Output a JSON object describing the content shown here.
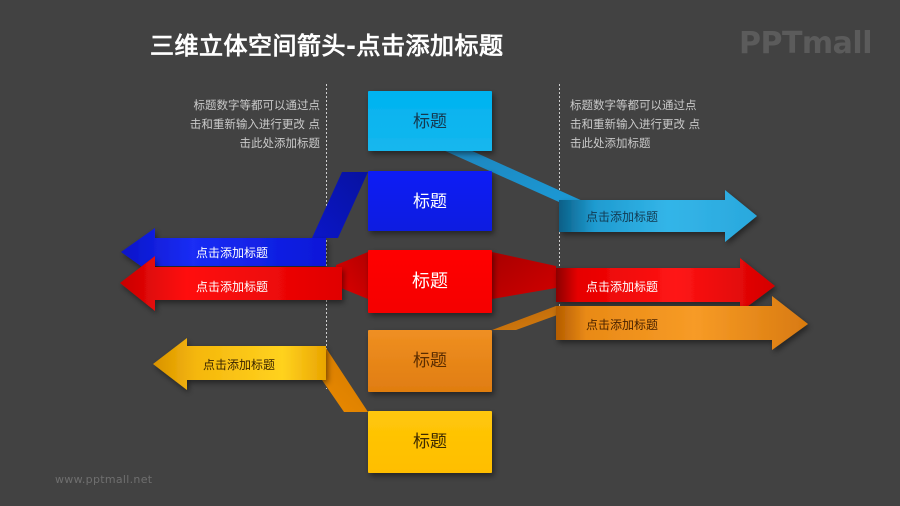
{
  "header": {
    "title": "三维立体空间箭头-点击添加标题",
    "logo": "PPTmall"
  },
  "footer": {
    "url": "www.pptmall.net"
  },
  "descriptions": {
    "left": "标题数字等都可以通过点\n击和重新输入进行更改 点\n击此处添加标题",
    "right": "标题数字等都可以通过点\n击和重新输入进行更改 点\n击此处添加标题"
  },
  "center_boxes": [
    {
      "id": "cyan",
      "label": "标题",
      "color": "#00aeef",
      "direction": "right"
    },
    {
      "id": "blue",
      "label": "标题",
      "color": "#0a1ef0",
      "direction": "left"
    },
    {
      "id": "red",
      "label": "标题",
      "color": "#fa0000",
      "direction": "both"
    },
    {
      "id": "orange",
      "label": "标题",
      "color": "#e8871d",
      "direction": "right"
    },
    {
      "id": "yellow",
      "label": "标题",
      "color": "#ffc400",
      "direction": "left"
    }
  ],
  "arrows": [
    {
      "id": "cyan-right",
      "label": "点击添加标题",
      "color": "#29abe2",
      "direction": "right"
    },
    {
      "id": "blue-left",
      "label": "点击添加标题",
      "color": "#0a1ef0",
      "direction": "left"
    },
    {
      "id": "red-left",
      "label": "点击添加标题",
      "color": "#fa0000",
      "direction": "left"
    },
    {
      "id": "red-right",
      "label": "点击添加标题",
      "color": "#fa0000",
      "direction": "right"
    },
    {
      "id": "orange-right",
      "label": "点击添加标题",
      "color": "#f7941e",
      "direction": "right"
    },
    {
      "id": "gold-left",
      "label": "点击添加标题",
      "color": "#ffc400",
      "direction": "left"
    }
  ],
  "theme": {
    "background": "#424242",
    "title_color": "#ffffff",
    "logo_color": "#5b5b5b",
    "desc_color": "#c9c9c9",
    "footer_color": "#6f6f6f"
  }
}
